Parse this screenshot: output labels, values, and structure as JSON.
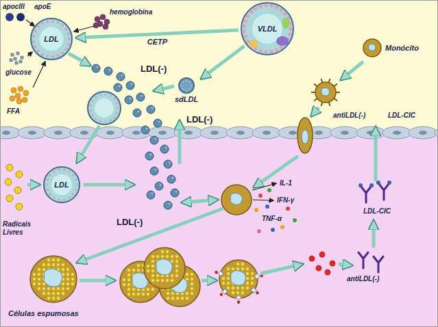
{
  "diagram": {
    "nodes": [
      {
        "text": [
          "LDL"
        ]
      },
      {
        "text": [
          "VLDL"
        ]
      },
      {
        "text": [
          "sdLDL"
        ]
      },
      {
        "text": [
          "LDL"
        ]
      },
      {
        "text": [
          "Monócito"
        ]
      }
    ],
    "edges": [
      {
        "from": 1,
        "to": 0,
        "label": "CETP",
        "arrow": "to"
      },
      {
        "from": 1,
        "to": 2,
        "arrow": "to"
      }
    ],
    "labels": [
      "apocIII",
      "apoE",
      "hemoglobina",
      "glucose",
      "FFA",
      "LDL(-)",
      "LDL(-)",
      "antiLDL(-)",
      "LDL-CIC",
      "Radicais Livres",
      "LDL(-)",
      "IL-1",
      "IFN-γ",
      "TNF-α",
      "LDL-CIC",
      "antiLDL(-)",
      "Células espumosas"
    ]
  }
}
